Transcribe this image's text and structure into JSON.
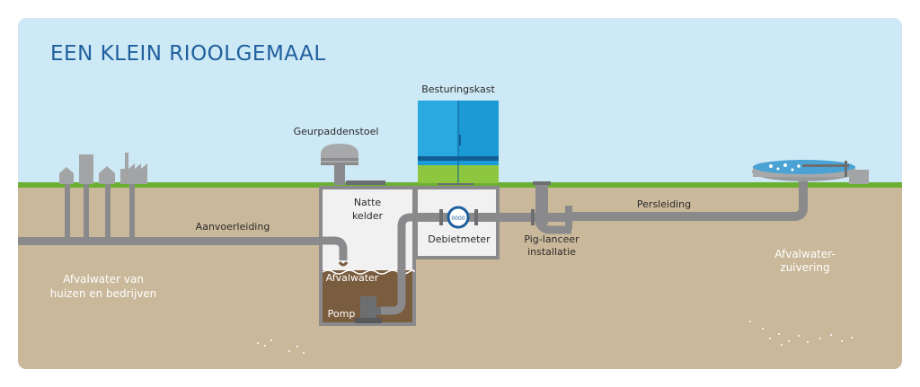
{
  "diagram": {
    "title": "EEN KLEIN RIOOLGEMAAL",
    "labels": {
      "besturingskast": "Besturingskast",
      "geurpaddenstoel": "Geurpaddenstoel",
      "natte_1": "Natte",
      "natte_2": "kelder",
      "aanvoerleiding": "Aanvoerleiding",
      "debietmeter": "Debietmeter",
      "pig_1": "Pig-lanceer",
      "pig_2": "installatie",
      "persleiding": "Persleiding",
      "afvalwater": "Afvalwater",
      "pomp": "Pomp",
      "bron_1": "Afvalwater van",
      "bron_2": "huizen en bedrijven",
      "zuiv_1": "Afvalwater-",
      "zuiv_2": "zuivering"
    },
    "meter_readout": "0000"
  },
  "colors": {
    "sky": "#cde9f5",
    "grass": "#6cb033",
    "ground": "#c9b89a",
    "pipe": "#8a8a8c",
    "title": "#1f5f9e",
    "cabinet_blue": "#1b9ad6",
    "cabinet_green": "#8dc63f",
    "sewage": "#7a5c3e"
  }
}
